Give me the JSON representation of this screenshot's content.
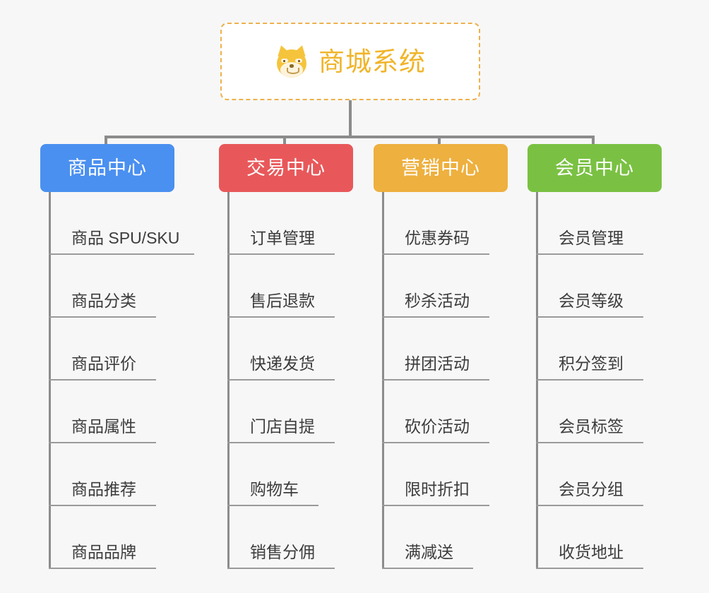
{
  "diagram": {
    "type": "organization-tree",
    "background_color": "#f7f7f7",
    "connector_color": "#8c8c8c"
  },
  "root": {
    "title": "商城系统",
    "icon": "shiba-dog-icon",
    "text_color": "#f0b429",
    "border_color": "#edb14c",
    "background_color": "#ffffff"
  },
  "columns": [
    {
      "label": "商品中心",
      "color": "#4a90f0",
      "items": [
        "商品 SPU/SKU",
        "商品分类",
        "商品评价",
        "商品属性",
        "商品推荐",
        "商品品牌"
      ]
    },
    {
      "label": "交易中心",
      "color": "#e8585a",
      "items": [
        "订单管理",
        "售后退款",
        "快递发货",
        "门店自提",
        "购物车",
        "销售分佣"
      ]
    },
    {
      "label": "营销中心",
      "color": "#eeb03f",
      "items": [
        "优惠券码",
        "秒杀活动",
        "拼团活动",
        "砍价活动",
        "限时折扣",
        "满减送"
      ]
    },
    {
      "label": "会员中心",
      "color": "#7ac143",
      "items": [
        "会员管理",
        "会员等级",
        "积分签到",
        "会员标签",
        "会员分组",
        "收货地址"
      ]
    }
  ]
}
